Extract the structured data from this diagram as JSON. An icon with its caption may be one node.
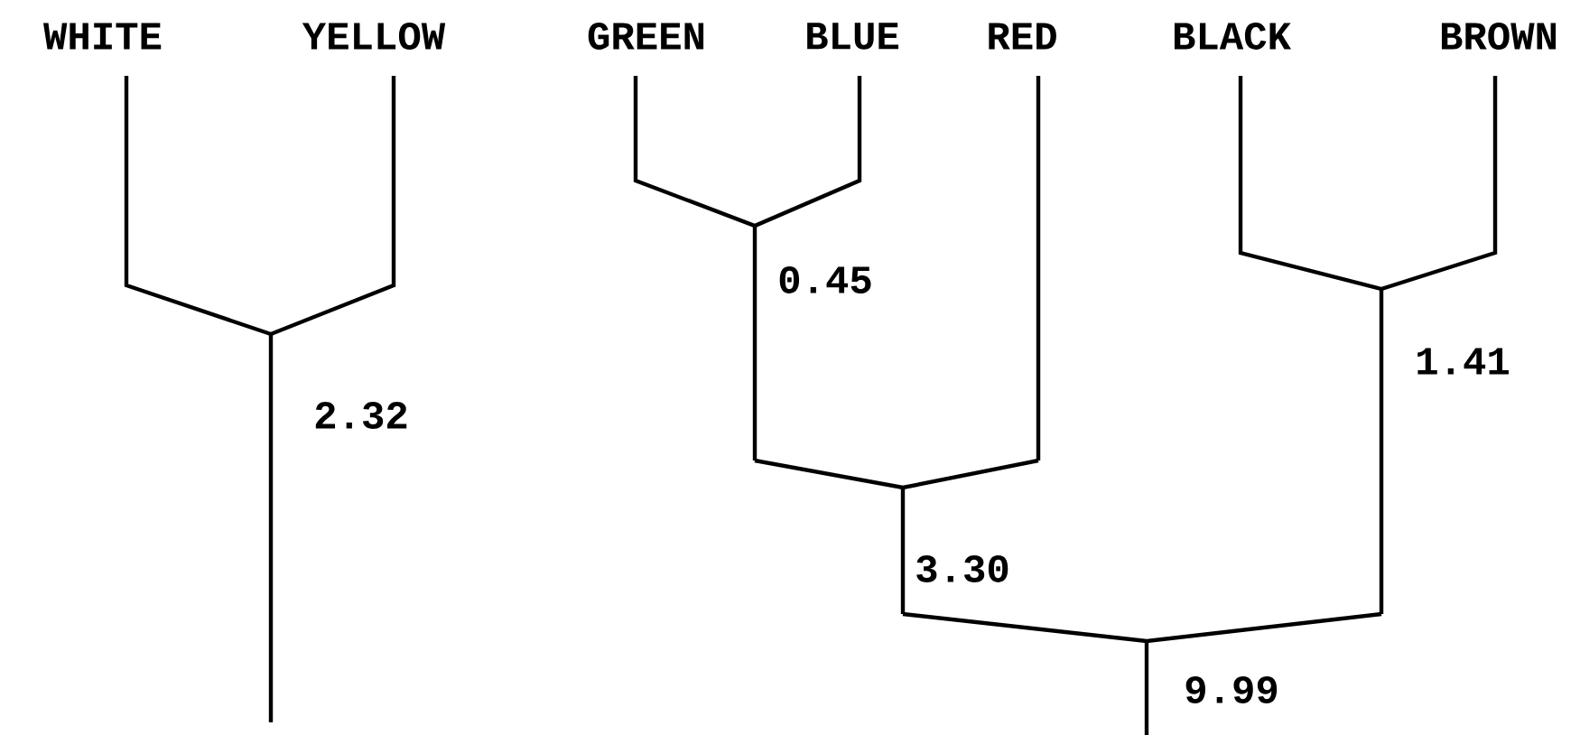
{
  "diagram": {
    "labels": [
      "WHITE",
      "YELLOW",
      "GREEN",
      "BLUE",
      "RED",
      "BLACK",
      "BROWN",
      "0.45",
      "1.41",
      "2.32",
      "3.30",
      "9.99"
    ]
  }
}
